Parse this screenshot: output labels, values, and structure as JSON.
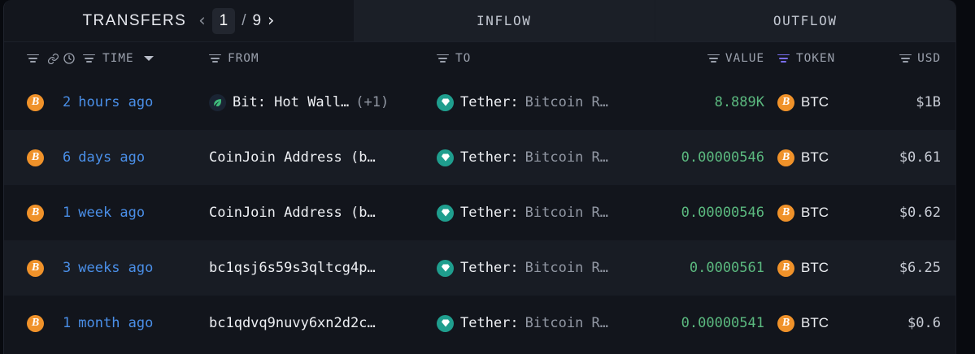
{
  "theme": {
    "page_bg": "#080a0f",
    "panel_bg": "#12151c",
    "row_alt_bg": "#181c24",
    "tab_active_bg": "#1b1f27",
    "accent_blue": "#4a8fe8",
    "accent_green": "#5bb97f",
    "accent_purple": "#7a6ef2",
    "btc_orange": "#f0922a",
    "tether_teal": "#1f9e8e"
  },
  "tabs": {
    "transfers_label": "TRANSFERS",
    "inflow_label": "INFLOW",
    "outflow_label": "OUTFLOW",
    "pager": {
      "prev_icon": "chevron-left-icon",
      "next_icon": "chevron-right-icon",
      "current_page": "1",
      "separator": "/",
      "total_pages": "9"
    }
  },
  "columns": {
    "filter_icon": "filter-icon",
    "link_icon": "link-icon",
    "clock_icon": "clock-icon",
    "sort_caret_icon": "chevron-down-icon",
    "time": "TIME",
    "from": "FROM",
    "to": "TO",
    "value": "VALUE",
    "token": "TOKEN",
    "usd": "USD",
    "token_filter_active": true
  },
  "rows": [
    {
      "chain_icon": "bitcoin-icon",
      "time_num": "2",
      "time_rest": "hours ago",
      "from_icon": "leaf-icon",
      "from_strong": "Bit: Hot Wall…",
      "from_extra": "(+1)",
      "to_icon": "tether-icon",
      "to_strong": "Tether:",
      "to_dim": "Bitcoin R…",
      "value": "8.889K",
      "token_icon": "bitcoin-icon",
      "token": "BTC",
      "usd": "$1B",
      "alt": false
    },
    {
      "chain_icon": "bitcoin-icon",
      "time_num": "6",
      "time_rest": "days ago",
      "from_icon": null,
      "from_strong": "CoinJoin Address (b…",
      "from_extra": "",
      "to_icon": "tether-icon",
      "to_strong": "Tether:",
      "to_dim": "Bitcoin R…",
      "value": "0.00000546",
      "token_icon": "bitcoin-icon",
      "token": "BTC",
      "usd": "$0.61",
      "alt": true
    },
    {
      "chain_icon": "bitcoin-icon",
      "time_num": "1",
      "time_rest": "week ago",
      "from_icon": null,
      "from_strong": "CoinJoin Address (b…",
      "from_extra": "",
      "to_icon": "tether-icon",
      "to_strong": "Tether:",
      "to_dim": "Bitcoin R…",
      "value": "0.00000546",
      "token_icon": "bitcoin-icon",
      "token": "BTC",
      "usd": "$0.62",
      "alt": false
    },
    {
      "chain_icon": "bitcoin-icon",
      "time_num": "3",
      "time_rest": "weeks ago",
      "from_icon": null,
      "from_strong": "bc1qsj6s59s3qltcg4p…",
      "from_extra": "",
      "to_icon": "tether-icon",
      "to_strong": "Tether:",
      "to_dim": "Bitcoin R…",
      "value": "0.0000561",
      "token_icon": "bitcoin-icon",
      "token": "BTC",
      "usd": "$6.25",
      "alt": true
    },
    {
      "chain_icon": "bitcoin-icon",
      "time_num": "1",
      "time_rest": "month ago",
      "from_icon": null,
      "from_strong": "bc1qdvq9nuvy6xn2d2c…",
      "from_extra": "",
      "to_icon": "tether-icon",
      "to_strong": "Tether:",
      "to_dim": "Bitcoin R…",
      "value": "0.00000541",
      "token_icon": "bitcoin-icon",
      "token": "BTC",
      "usd": "$0.6",
      "alt": false
    }
  ]
}
